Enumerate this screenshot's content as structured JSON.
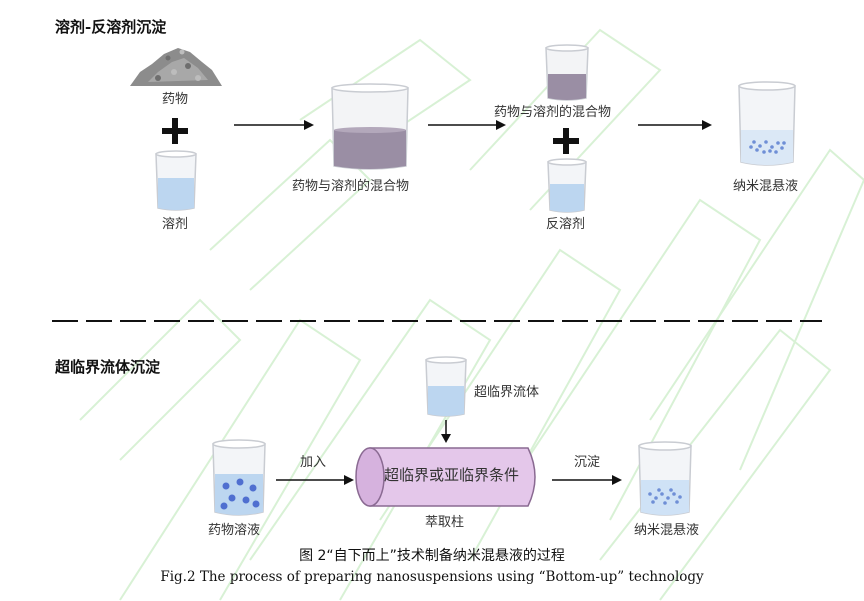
{
  "section1": {
    "title": "溶剂-反溶剂沉淀",
    "drug_label": "药物",
    "solvent_label": "溶剂",
    "mixture_label": "药物与溶剂的混合物",
    "mixture_label_small": "药物与溶剂的混合物",
    "antisolvent_label": "反溶剂",
    "product_label": "纳米混悬液"
  },
  "section2": {
    "title": "超临界流体沉淀",
    "fluid_label": "超临界流体",
    "drug_solution_label": "药物溶液",
    "add_label": "加入",
    "column_text": "超临界或亚临界条件",
    "column_label": "萃取柱",
    "precip_label": "沉淀",
    "product_label": "纳米混悬液"
  },
  "caption": {
    "zh": "图 2“自下而上”技术制备纳米混悬液的过程",
    "en": "Fig.2 The process of preparing nanosuspensions using “Bottom-up” technology"
  },
  "colors": {
    "beaker_glass": "#c9ccd2",
    "mixture_liquid": "#9a8ea4",
    "solvent_liquid": "#bcd6f0",
    "nanoparticle": "#6f8fd6",
    "drug_particle": "#4f6fd0",
    "column_fill": "#e4c7ea",
    "column_stroke": "#8a6a92",
    "watermark": "#b9e6b3"
  }
}
